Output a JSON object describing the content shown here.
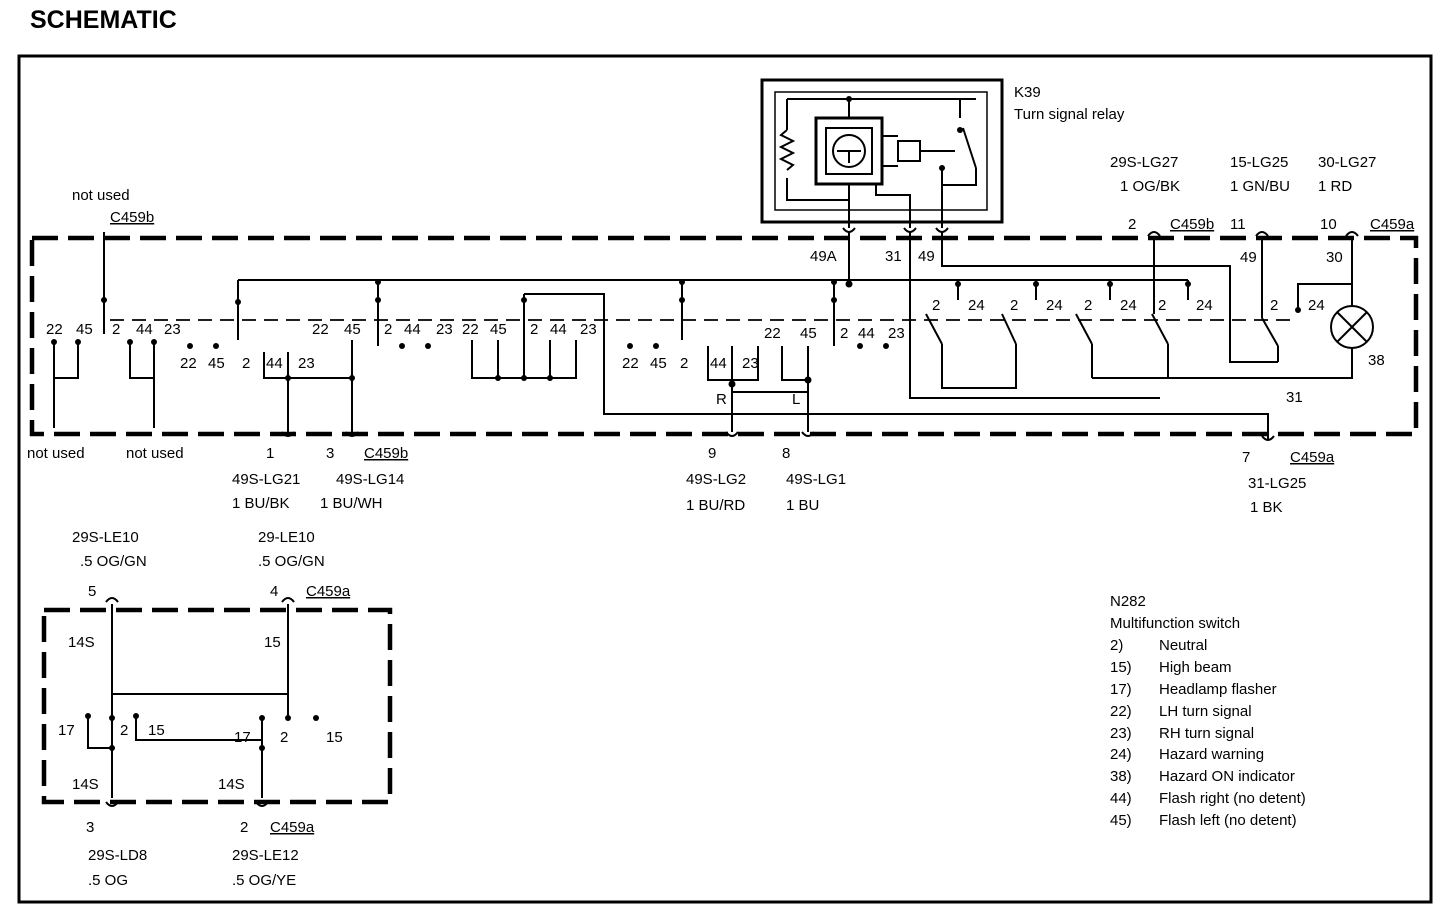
{
  "title": "SCHEMATIC",
  "relay": {
    "id": "K39",
    "name": "Turn signal relay",
    "pins": [
      "49A",
      "31",
      "49"
    ]
  },
  "top_left": {
    "note": "not used",
    "connector": "C459b"
  },
  "top_wires": {
    "w1": {
      "pin": "2",
      "code": "29S-LG27",
      "color": "1 OG/BK"
    },
    "w2": {
      "pin": "11",
      "code": "15-LG25",
      "color": "1 GN/BU"
    },
    "w3": {
      "pin": "10",
      "code": "30-LG27",
      "color": "1 RD"
    },
    "conn_b": "C459b",
    "conn_a": "C459a",
    "pin49": "49",
    "pin30": "30"
  },
  "lamp_pin": "38",
  "ground_label": "31",
  "rl_labels": {
    "r": "R",
    "l": "L"
  },
  "not_used": [
    "not used",
    "not used"
  ],
  "bottom_wires": {
    "b1": {
      "pin": "1",
      "code": "49S-LG21",
      "color": "1 BU/BK"
    },
    "b2": {
      "pin": "3",
      "code": "49S-LG14",
      "color": "1 BU/WH",
      "connector": "C459b"
    },
    "b3": {
      "pin": "9",
      "code": "49S-LG2",
      "color": "1 BU/RD"
    },
    "b4": {
      "pin": "8",
      "code": "49S-LG1",
      "color": "1 BU"
    },
    "b5": {
      "pin": "7",
      "code": "31-LG25",
      "color": "1 BK",
      "connector": "C459a"
    }
  },
  "switch_labels": {
    "g1": [
      "22",
      "45",
      "2",
      "44",
      "23",
      "22",
      "45",
      "2",
      "44",
      "23"
    ],
    "g2": [
      "22",
      "45",
      "2",
      "44",
      "23",
      "22",
      "45",
      "2",
      "44",
      "23"
    ],
    "g3": [
      "22",
      "45",
      "2",
      "44",
      "23",
      "22",
      "45",
      "2",
      "44",
      "23"
    ],
    "haz": [
      "2",
      "24",
      "2",
      "24",
      "2",
      "24",
      "2",
      "24",
      "2",
      "24"
    ]
  },
  "lower_box": {
    "top_left": {
      "code": "29S-LE10",
      "color": ".5 OG/GN",
      "pin": "5"
    },
    "top_right": {
      "code": "29-LE10",
      "color": ".5 OG/GN",
      "pin": "4",
      "connector": "C459a"
    },
    "inner": [
      "14S",
      "15",
      "17",
      "2",
      "15",
      "17",
      "2",
      "15",
      "14S",
      "14S"
    ],
    "bot_left": {
      "pin": "3",
      "code": "29S-LD8",
      "color": ".5 OG"
    },
    "bot_right": {
      "pin": "2",
      "code": "29S-LE12",
      "color": ".5 OG/YE",
      "connector": "C459a"
    }
  },
  "legend": {
    "id": "N282",
    "title": "Multifunction switch",
    "items": [
      {
        "num": "2)",
        "text": "Neutral"
      },
      {
        "num": "15)",
        "text": "High beam"
      },
      {
        "num": "17)",
        "text": "Headlamp flasher"
      },
      {
        "num": "22)",
        "text": "LH turn signal"
      },
      {
        "num": "23)",
        "text": "RH turn signal"
      },
      {
        "num": "24)",
        "text": "Hazard warning"
      },
      {
        "num": "38)",
        "text": "Hazard ON indicator"
      },
      {
        "num": "44)",
        "text": "Flash right (no detent)"
      },
      {
        "num": "45)",
        "text": "Flash left (no detent)"
      }
    ]
  }
}
